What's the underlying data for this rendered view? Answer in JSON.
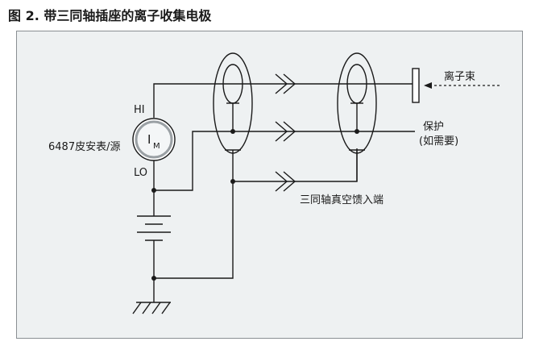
{
  "figure": {
    "title": "图 2. 带三同轴插座的离子收集电极"
  },
  "labels": {
    "hi": "HI",
    "lo": "LO",
    "meter": "6487皮安表/源",
    "meter_symbol_main": "I",
    "meter_symbol_sub": "M",
    "ion_beam": "离子束",
    "guard_line1": "保护",
    "guard_line2": "(如需要)",
    "feedthrough": "三同轴真空馈入端"
  },
  "colors": {
    "panel_bg": "#eef1f2",
    "panel_border": "#8a8f93",
    "ink": "#1a1a1a"
  }
}
